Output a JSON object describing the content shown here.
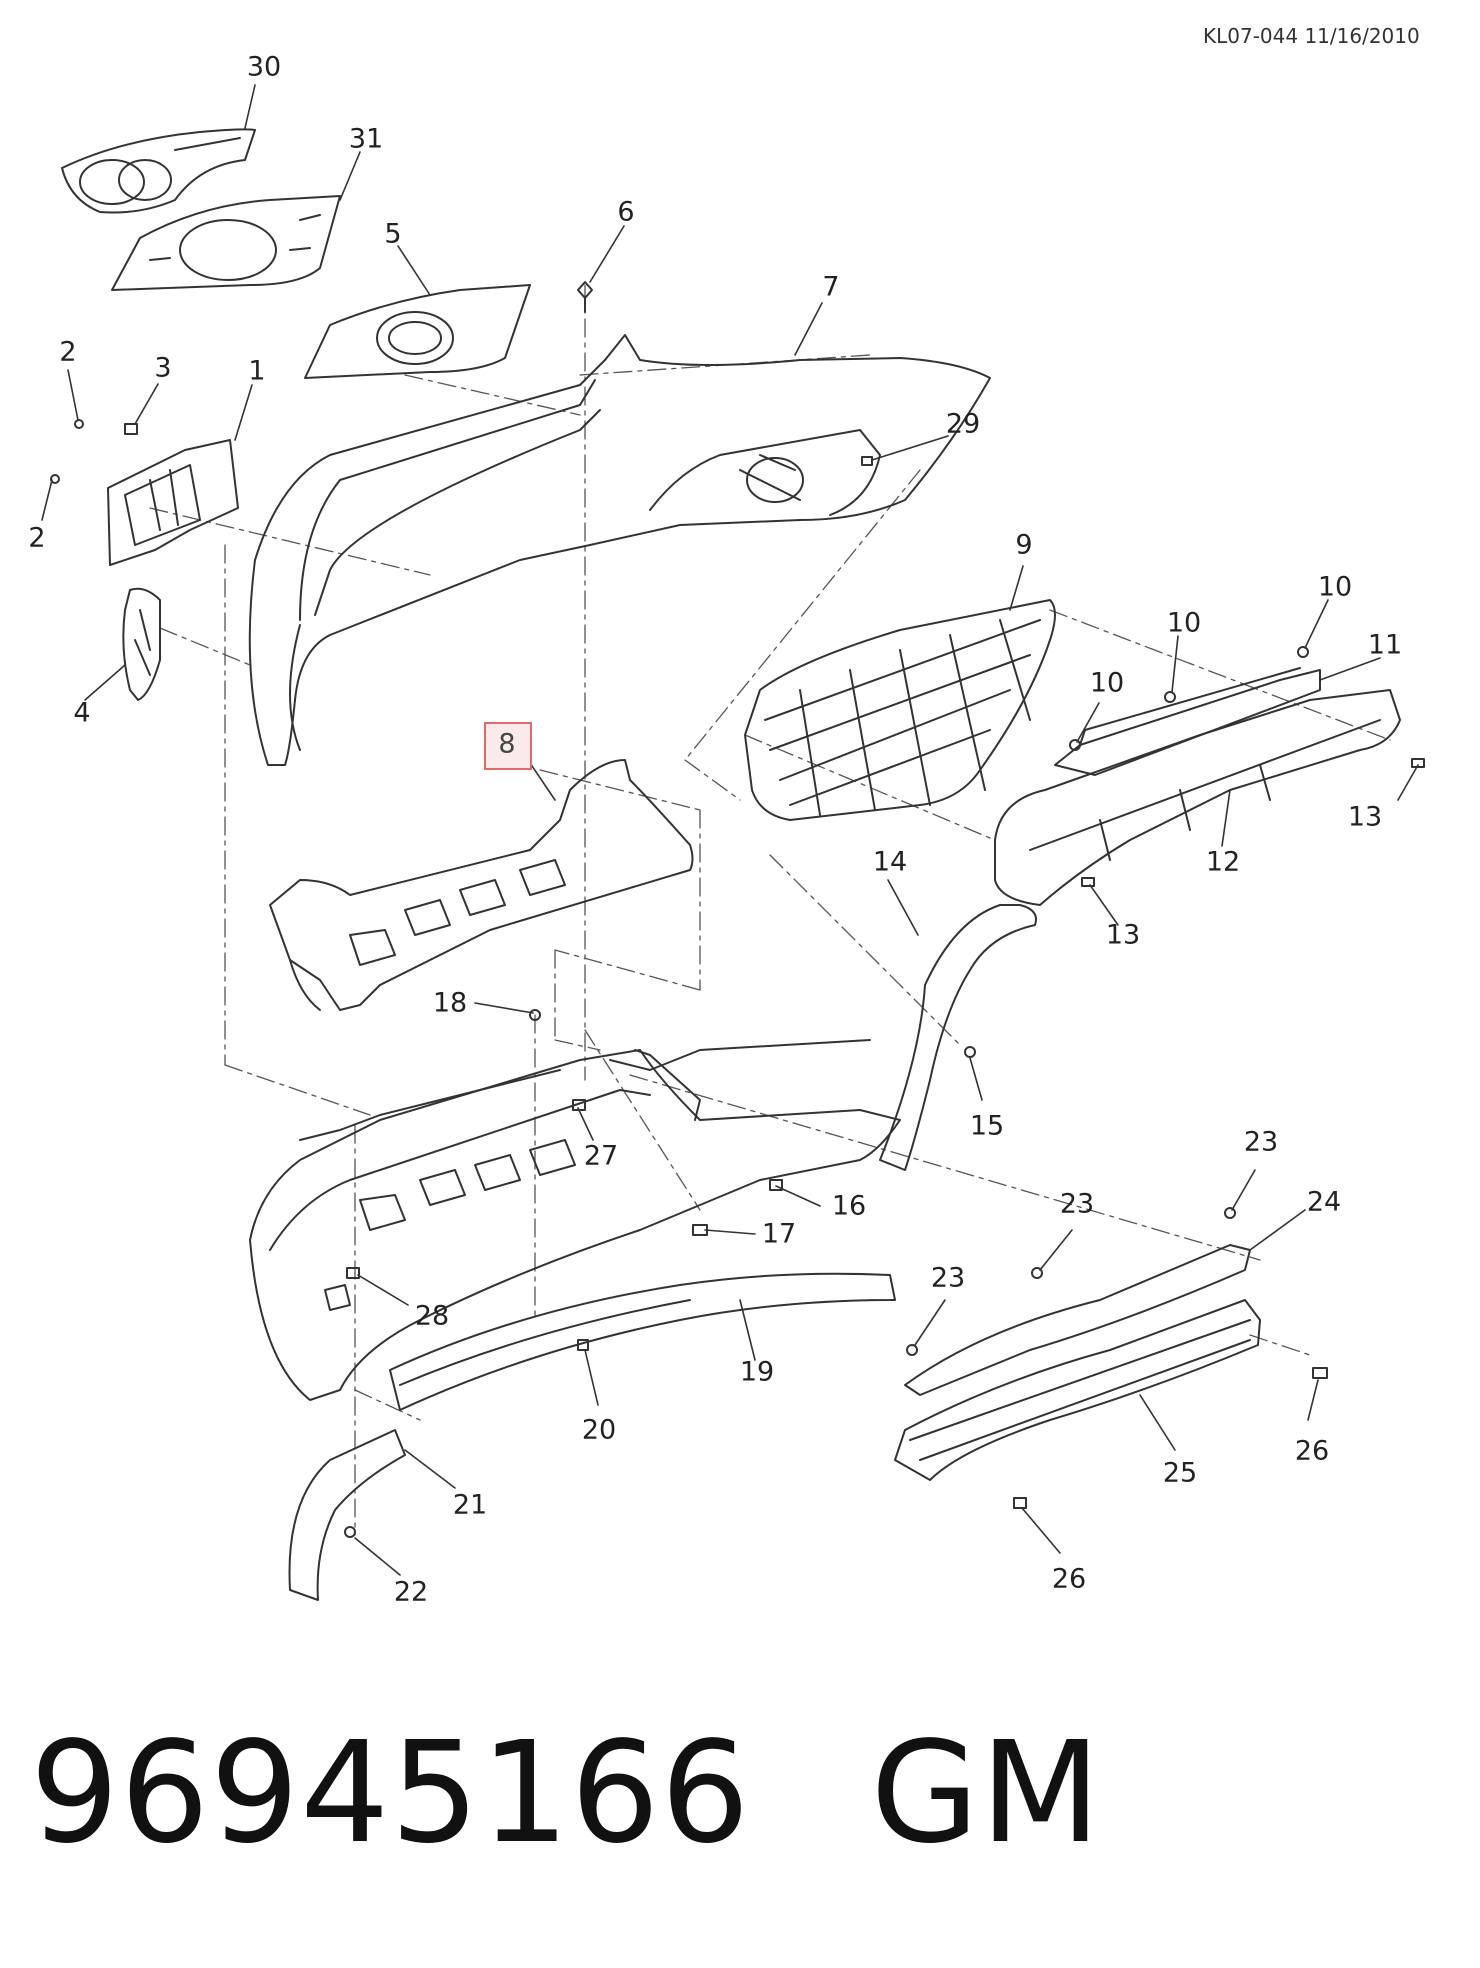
{
  "reference": "KL07-044 11/16/2010",
  "part_number": "96945166",
  "brand": "GM",
  "highlighted_callout": "8",
  "callouts": [
    "30",
    "31",
    "5",
    "6",
    "7",
    "2",
    "3",
    "1",
    "29",
    "2",
    "4",
    "9",
    "10",
    "10",
    "11",
    "10",
    "8",
    "13",
    "12",
    "14",
    "13",
    "18",
    "15",
    "27",
    "16",
    "17",
    "23",
    "24",
    "23",
    "28",
    "23",
    "19",
    "20",
    "26",
    "25",
    "21",
    "26",
    "22"
  ],
  "colors": {
    "highlight_border": "#e06a6a",
    "highlight_fill": "#fbeaea",
    "line": "#333333"
  }
}
